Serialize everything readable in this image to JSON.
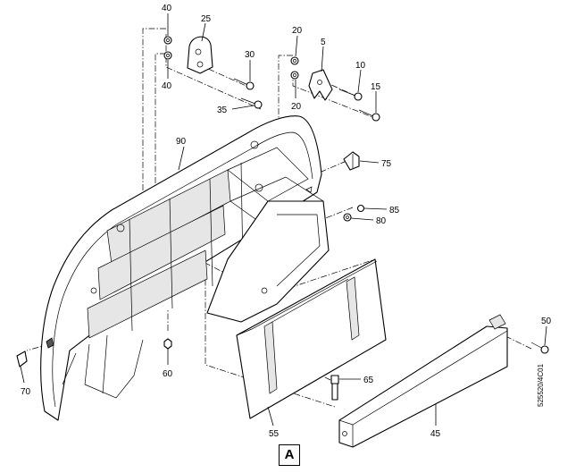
{
  "diagram": {
    "callouts": [
      {
        "id": "c40a",
        "label": "40"
      },
      {
        "id": "c40b",
        "label": "40"
      },
      {
        "id": "c25",
        "label": "25"
      },
      {
        "id": "c30",
        "label": "30"
      },
      {
        "id": "c35",
        "label": "35"
      },
      {
        "id": "c20a",
        "label": "20"
      },
      {
        "id": "c20b",
        "label": "20"
      },
      {
        "id": "c5",
        "label": "5"
      },
      {
        "id": "c10",
        "label": "10"
      },
      {
        "id": "c15",
        "label": "15"
      },
      {
        "id": "c90",
        "label": "90"
      },
      {
        "id": "c75",
        "label": "75"
      },
      {
        "id": "c85",
        "label": "85"
      },
      {
        "id": "c80",
        "label": "80"
      },
      {
        "id": "c50",
        "label": "50"
      },
      {
        "id": "c65",
        "label": "65"
      },
      {
        "id": "c70",
        "label": "70"
      },
      {
        "id": "c60",
        "label": "60"
      },
      {
        "id": "c55",
        "label": "55"
      },
      {
        "id": "c45",
        "label": "45"
      }
    ],
    "view_label": "A",
    "document_code": "525520/4C01"
  }
}
